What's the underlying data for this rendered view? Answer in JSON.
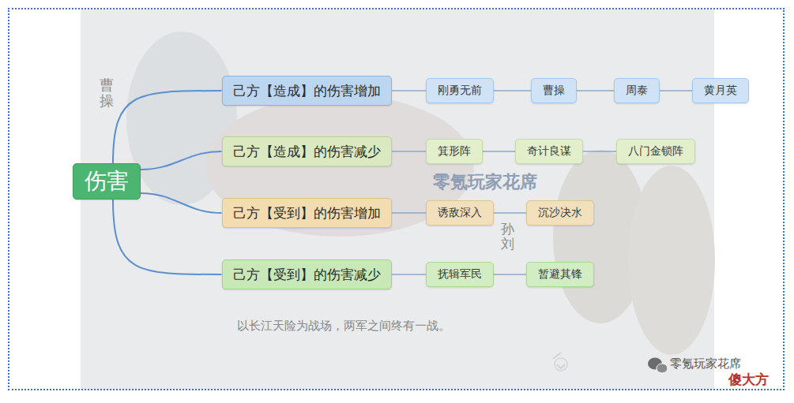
{
  "diagram": {
    "nodes": [
      {
        "text": [
          "伤害"
        ]
      },
      {
        "text": [
          "己方【造成】的伤害增加"
        ]
      },
      {
        "text": [
          "刚勇无前"
        ]
      },
      {
        "text": [
          "曹操"
        ]
      },
      {
        "text": [
          "周泰"
        ]
      },
      {
        "text": [
          "黄月英"
        ]
      },
      {
        "text": [
          "己方【造成】的伤害减少"
        ]
      },
      {
        "text": [
          "箕形阵"
        ]
      },
      {
        "text": [
          "奇计良谋"
        ]
      },
      {
        "text": [
          "八门金锁阵"
        ]
      },
      {
        "text": [
          "己方【受到】的伤害增加"
        ]
      },
      {
        "text": [
          "诱敌深入"
        ]
      },
      {
        "text": [
          "沉沙决水"
        ]
      },
      {
        "text": [
          "己方【受到】的伤害减少"
        ]
      },
      {
        "text": [
          "抚辑军民"
        ]
      },
      {
        "text": [
          "暂避其锋"
        ]
      }
    ],
    "edges": [
      {
        "from": 0,
        "to": 1,
        "arrow": "none"
      },
      {
        "from": 0,
        "to": 6,
        "arrow": "none"
      },
      {
        "from": 0,
        "to": 10,
        "arrow": "none"
      },
      {
        "from": 0,
        "to": 13,
        "arrow": "none"
      },
      {
        "from": 1,
        "to": 2,
        "arrow": "none"
      },
      {
        "from": 2,
        "to": 3,
        "arrow": "none"
      },
      {
        "from": 3,
        "to": 4,
        "arrow": "none"
      },
      {
        "from": 4,
        "to": 5,
        "arrow": "none"
      },
      {
        "from": 6,
        "to": 7,
        "arrow": "none"
      },
      {
        "from": 7,
        "to": 8,
        "arrow": "none"
      },
      {
        "from": 8,
        "to": 9,
        "arrow": "none"
      },
      {
        "from": 10,
        "to": 11,
        "arrow": "none"
      },
      {
        "from": 11,
        "to": 12,
        "arrow": "none"
      },
      {
        "from": 13,
        "to": 14,
        "arrow": "none"
      },
      {
        "from": 14,
        "to": 15,
        "arrow": "none"
      }
    ],
    "labels": [
      "零氪玩家花席",
      "曹操",
      "孙刘",
      "以长江天险为战场，两军之间终有一战。",
      "零氪玩家花席",
      "傻大方"
    ]
  }
}
